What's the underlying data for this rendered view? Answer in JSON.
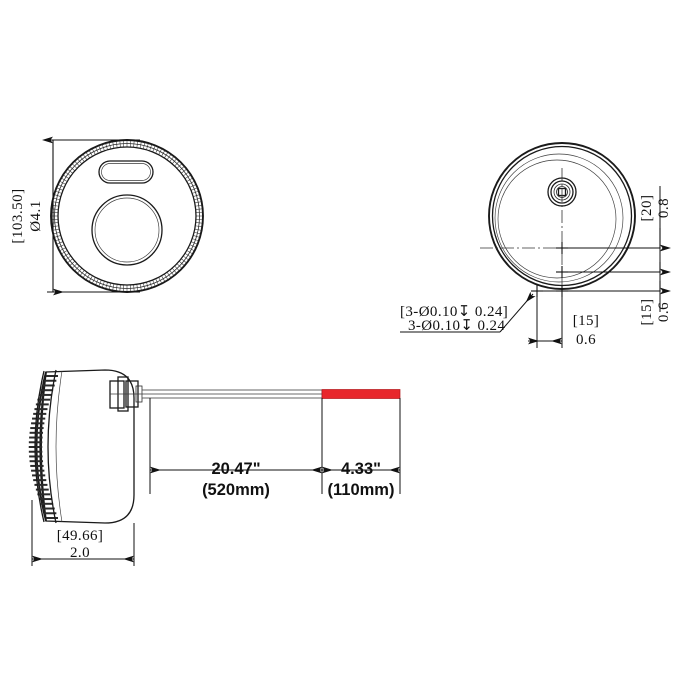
{
  "drawing": {
    "title": "Round sensor / camera dimensional drawing",
    "background_color": "#ffffff",
    "line_color": "#1a1a1a",
    "accent_color": "#e8272c",
    "views": [
      {
        "name": "front-view",
        "position": "top-left"
      },
      {
        "name": "rear-view",
        "position": "top-right"
      },
      {
        "name": "side-view",
        "position": "bottom-left"
      }
    ]
  },
  "front_view": {
    "diameter_bracket_label": "[103.50]",
    "diameter_label": "Ø4.1"
  },
  "rear_view": {
    "hole_callout_bracket": "[3-Ø0.10↧ 0.24]",
    "hole_callout": "3-Ø0.10↧ 0.24",
    "horizontal_dim_bracket": "[15]",
    "horizontal_dim": "0.6",
    "vertical_top_bracket": "[20]",
    "vertical_top": "0.8",
    "vertical_bottom_bracket": "[15]",
    "vertical_bottom": "0.6"
  },
  "side_view": {
    "depth_bracket_label": "[49.66]",
    "depth_label": "2.0",
    "cable_main_inch": "20.47\"",
    "cable_main_mm": "(520mm)",
    "cable_tail_inch": "4.33\"",
    "cable_tail_mm": "(110mm)"
  }
}
